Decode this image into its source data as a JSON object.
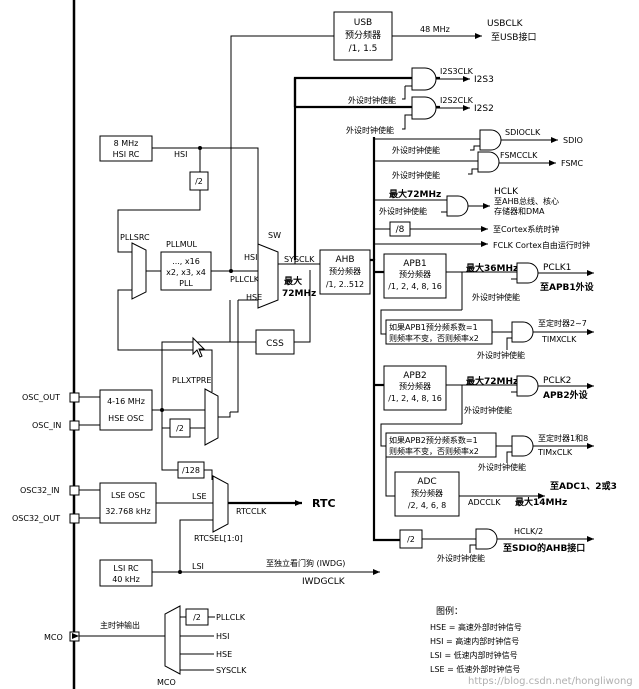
{
  "usb": {
    "title": "USB",
    "subtitle": "预分频器",
    "divs": "/1, 1.5",
    "freq": "48 MHz",
    "out_name": "USBCLK",
    "out_desc": "至USB接口"
  },
  "i2s": {
    "i2s3clk": "I2S3CLK",
    "i2s3": "I2S3",
    "i2s2clk": "I2S2CLK",
    "i2s2": "I2S2",
    "enable1": "外设时钟使能",
    "enable2": "外设时钟使能"
  },
  "sdio": {
    "clk": "SDIOCLK",
    "out": "SDIO",
    "enable": "外设时钟使能"
  },
  "fsmc": {
    "clk": "FSMCCLK",
    "out": "FSMC",
    "enable": "外设时钟使能"
  },
  "hclk": {
    "max": "最大72MHz",
    "name": "HCLK",
    "desc1": "至AHB总线、核心",
    "desc2": "存储器和DMA",
    "enable": "外设时钟使能"
  },
  "cortex": {
    "div": "/8",
    "systick": "至Cortex系统时钟",
    "fclk": "FCLK Cortex自由运行时钟"
  },
  "hsi": {
    "freq": "8 MHz",
    "name": "HSI RC",
    "label": "HSI",
    "div2": "/2"
  },
  "pll": {
    "src": "PLLSRC",
    "mul": "PLLMUL",
    "factors1": "..., x16",
    "factors2": "x2, x3, x4",
    "name": "PLL",
    "pllclk": "PLLCLK"
  },
  "sw": {
    "label": "SW",
    "hsi": "HSI",
    "pllclk": "PLLCLK",
    "hse": "HSE",
    "sysclk": "SYSCLK",
    "max1": "最大",
    "max2": "72MHz"
  },
  "ahb": {
    "title": "AHB",
    "subtitle": "预分频器",
    "divs": "/1, 2..512"
  },
  "css": "CSS",
  "apb1": {
    "title": "APB1",
    "subtitle": "预分频器",
    "divs": "/1, 2, 4, 8, 16",
    "max": "最大36MHz",
    "pclk": "PCLK1",
    "desc": "至APB1外设",
    "enable": "外设时钟使能",
    "note1": "如果APB1预分频系数=1",
    "note2": "则频率不变，否则频率x2",
    "timer": "至定时器2~7",
    "timxclk": "TIMXCLK",
    "timer_enable": "外设时钟使能"
  },
  "apb2": {
    "title": "APB2",
    "subtitle": "预分频器",
    "divs": "/1, 2, 4, 8, 16",
    "max": "最大72MHz",
    "pclk": "PCLK2",
    "desc": "APB2外设",
    "enable": "外设时钟使能",
    "note1": "如果APB2预分频系数=1",
    "note2": "则频率不变，否则频率x2",
    "timer": "至定时器1和8",
    "timxclk": "TIMxCLK",
    "timer_enable": "外设时钟使能"
  },
  "adc": {
    "title": "ADC",
    "subtitle": "预分频器",
    "divs": "/2, 4, 6, 8",
    "clk": "ADCCLK",
    "max": "最大14MHz",
    "desc": "至ADC1、2或3"
  },
  "sdio_ahb": {
    "div": "/2",
    "clk": "HCLK/2",
    "desc": "至SDIO的AHB接口",
    "enable": "外设时钟使能"
  },
  "hse": {
    "pin_out": "OSC_OUT",
    "pin_in": "OSC_IN",
    "freq": "4-16 MHz",
    "name": "HSE OSC",
    "div2": "/2",
    "pllxtpre": "PLLXTPRE",
    "div128": "/128"
  },
  "lse": {
    "pin_in": "OSC32_IN",
    "pin_out": "OSC32_OUT",
    "name": "LSE OSC",
    "freq": "32.768 kHz",
    "label": "LSE"
  },
  "rtc": {
    "clk": "RTCCLK",
    "out": "RTC",
    "sel": "RTCSEL[1:0]"
  },
  "lsi": {
    "name": "LSI RC",
    "freq": "40 kHz",
    "label": "LSI",
    "iwdg_desc": "至独立看门狗 (IWDG)",
    "iwdgclk": "IWDGCLK"
  },
  "mco": {
    "pin": "MCO",
    "label": "主时钟输出",
    "div2": "/2",
    "in1": "PLLCLK",
    "in2": "HSI",
    "in3": "HSE",
    "in4": "SYSCLK",
    "mux": "MCO"
  },
  "legend": {
    "title": "图例：",
    "items": [
      "HSE = 高速外部时钟信号",
      "HSI = 高速内部时钟信号",
      "LSI = 低速内部时钟信号",
      "LSE = 低速外部时钟信号"
    ]
  },
  "watermark": "https://blog.csdn.net/hongliwong"
}
